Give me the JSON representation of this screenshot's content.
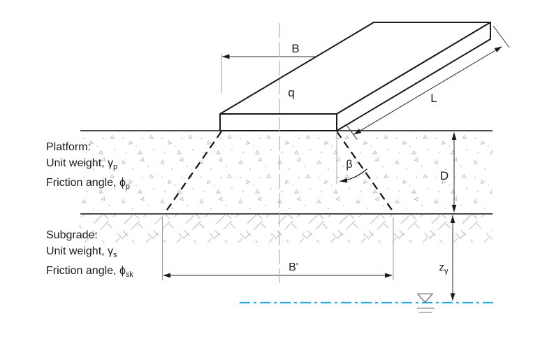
{
  "labels": {
    "footing_width": "B",
    "applied_pressure": "q",
    "footing_length": "L",
    "load_spread_angle": "β",
    "platform_thickness": "D",
    "spread_width": "B'",
    "water_depth_main": "z",
    "water_depth_sub": "γ"
  },
  "platform": {
    "heading": "Platform:",
    "unit_weight_text": "Unit weight, γ",
    "unit_weight_sub": "p",
    "friction_angle_text": "Friction angle, ϕ",
    "friction_angle_sub": "p"
  },
  "subgrade": {
    "heading": "Subgrade:",
    "unit_weight_text": "Unit weight, γ",
    "unit_weight_sub": "s",
    "friction_angle_text": "Friction angle, ϕ",
    "friction_angle_sub": "sk"
  },
  "icons": {
    "water_table_icon": "inverted-open-triangle-with-two-underlines",
    "load_arrow_icon": "blue-downward-load-arrow"
  },
  "colors": {
    "water_line": "#29ABE2",
    "load_arrow_light": "#E9F5FC",
    "load_arrow_mid": "#53BAE9",
    "load_arrow_dark": "#1573B9",
    "linework": "#1a1a1a",
    "ground_line": "#4a4a4a",
    "guide_gray": "#b3b3b3",
    "texture_gray": "#bdbdbd"
  }
}
